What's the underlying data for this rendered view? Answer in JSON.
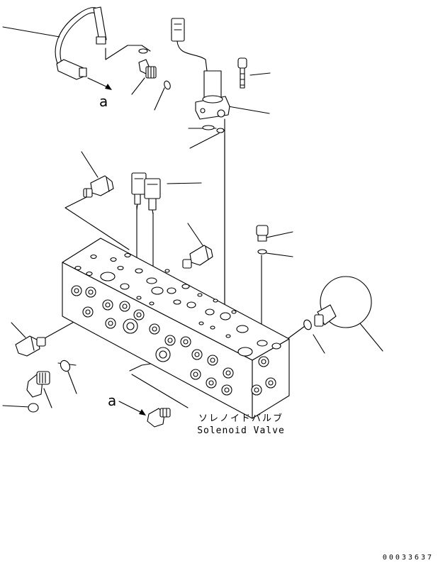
{
  "diagram": {
    "reference_letter_top": "a",
    "reference_letter_bottom": "a",
    "caption_japanese": "ソレノイドバルブ",
    "caption_english": "Solenoid Valve",
    "document_number": "00033637"
  }
}
